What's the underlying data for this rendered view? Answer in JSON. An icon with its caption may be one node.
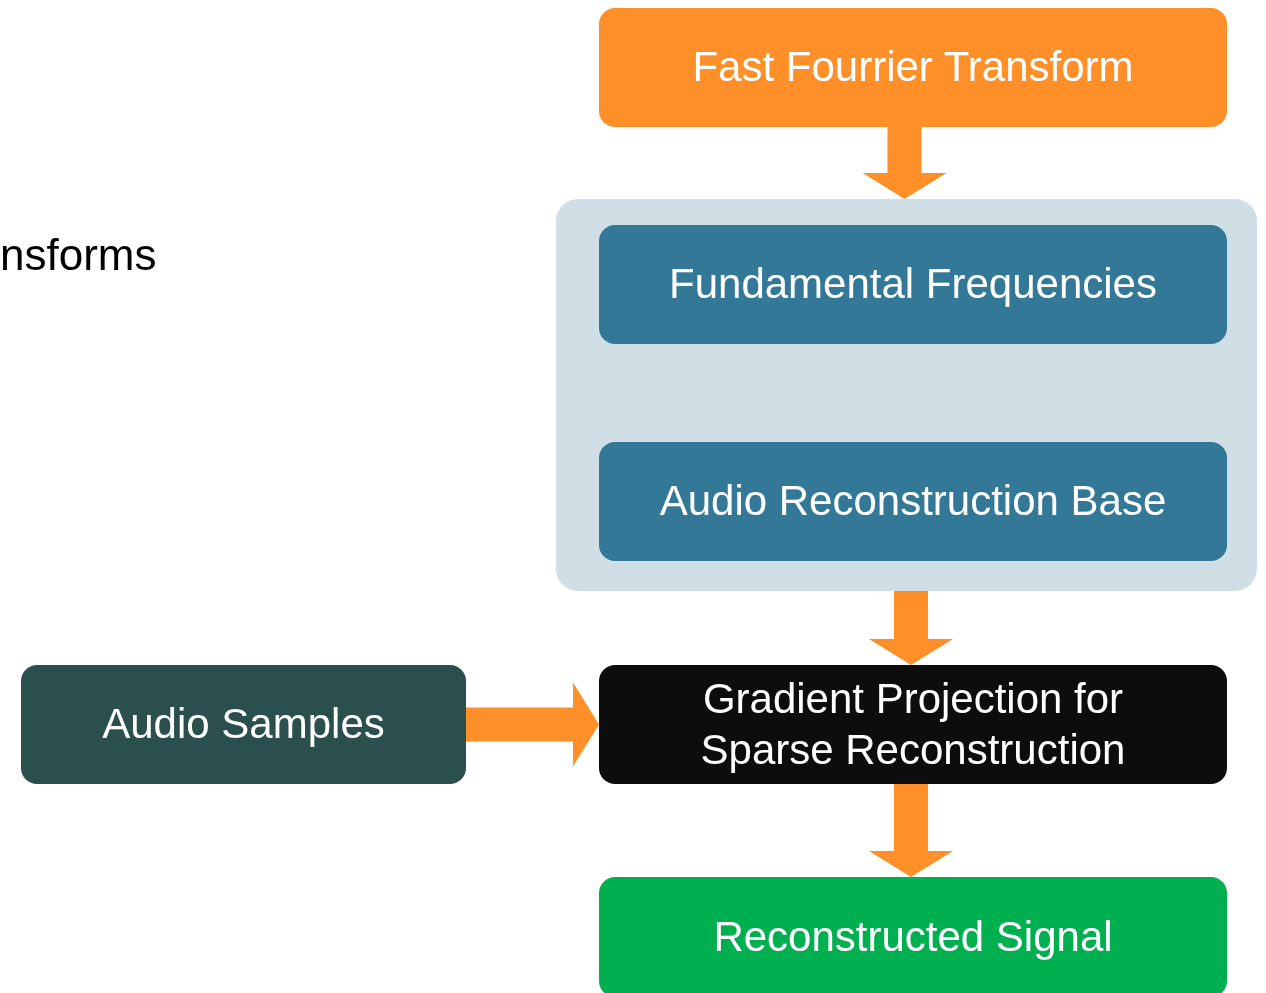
{
  "diagram": {
    "nodes": [
      {
        "text": [
          "Fast Fourrier Transform"
        ]
      },
      {
        "text": [],
        "shape": "box"
      },
      {
        "text": [
          "Fundamental Frequencies"
        ],
        "in": 1
      },
      {
        "text": [
          "Audio Reconstruction Base"
        ],
        "in": 1
      },
      {
        "text": [
          "Audio Samples"
        ]
      },
      {
        "text": [
          "Gradient Projection for Sparse Reconstruction"
        ]
      },
      {
        "text": [
          "Reconstructed Signal"
        ]
      }
    ],
    "edges": [
      {
        "from": 0,
        "to": 1,
        "arrow": "to"
      },
      {
        "from": 1,
        "to": 5,
        "arrow": "to"
      },
      {
        "from": 4,
        "to": 5,
        "arrow": "to"
      },
      {
        "from": 5,
        "to": 6,
        "arrow": "to"
      }
    ],
    "labels": [
      "nsforms"
    ]
  }
}
